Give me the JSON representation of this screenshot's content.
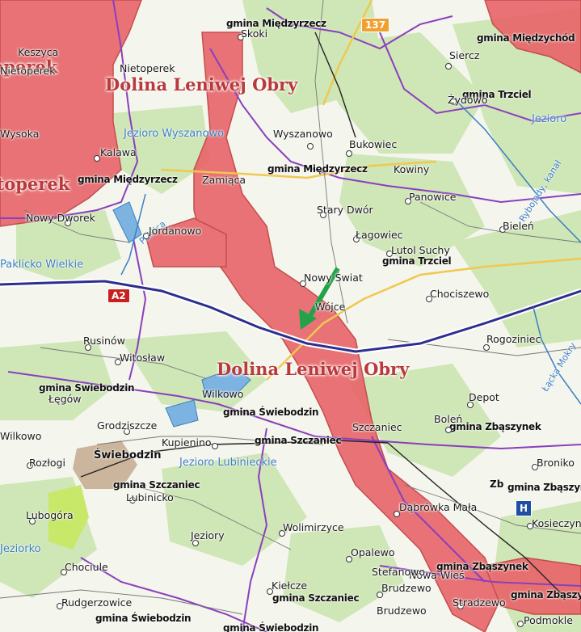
{
  "roads": {
    "motorway": "A2",
    "route": "137"
  },
  "reserves": [
    "Dolina Leniwej Obry",
    "Dolina Leniwej Obry",
    "Nietoperek",
    "Nietoperek"
  ],
  "gminas": [
    "gmina Międzyrzecz",
    "gmina Międzychód",
    "gmina Trzciel",
    "gmina Międzyrzecz",
    "gmina Trzciel",
    "gmina Świebodzin",
    "gmina Świebodzin",
    "gmina Szczaniec",
    "gmina Zbąszynek",
    "gmina Szczaniec",
    "gmina Zbąszynek",
    "gmina Szczaniec",
    "gmina Świebodzin",
    "gmina Świebodzin",
    "gmina Międzyrzecz",
    "gmina Zbąszyń",
    "gmina Zbąszyń"
  ],
  "places": [
    "Skoki",
    "Siercz",
    "Żydowo",
    "Keszyca",
    "Nietoperek",
    "Wysoka",
    "Kalawa",
    "Wyszanowo",
    "Bukowiec",
    "Kowiny",
    "Panowice",
    "Stary Dwór",
    "Bieleń",
    "Nowy Dworek",
    "Jordanowo",
    "Łagowiec",
    "Lutol Suchy",
    "Nowy Świat",
    "Chociszewo",
    "Wójce",
    "Rusinów",
    "Witosław",
    "Rogoziniec",
    "Wilkowo",
    "Łęgów",
    "Grodziszcze",
    "Kupienino",
    "Świebodzin",
    "Rozłogi",
    "Lubinicko",
    "Lubogóra",
    "Depot",
    "Boleń",
    "Dąbrówka Mała",
    "Jeziory",
    "Wolimirzyce",
    "Opalewo",
    "Chociule",
    "Rudgerzowice",
    "Kiełcze",
    "Brudzewo",
    "Stradzewo",
    "Kosieczyn",
    "Broniko",
    "Podmokle",
    "Nowa Wieś",
    "Zamiąca",
    "Wilkowo",
    "Nietoperek",
    "Stefanowo",
    "Brudzewo",
    "Zb",
    "Szczaniec"
  ],
  "water": [
    "Jezioro Wyszanowo",
    "Paklicko Wielkie",
    "Jezioro Lubinieckie",
    "Jezioro",
    "Rybojady, kanał",
    "Paklica",
    "Jeziorko",
    "Łącka Mokry"
  ],
  "station": "H",
  "colors": {
    "reserve_fill": "#e8676b",
    "reserve_edge": "#c04040",
    "forest": "#cfe6b6",
    "field": "#f4f5ec",
    "boundary": "#8a3fbf",
    "motorway": "#2d2f8f",
    "water": "#3b7fc4",
    "road": "#f0c850",
    "arrow": "#22a34a"
  },
  "icons": [
    "map-pin-icon",
    "railway-station-icon",
    "arrow-marker-icon"
  ]
}
